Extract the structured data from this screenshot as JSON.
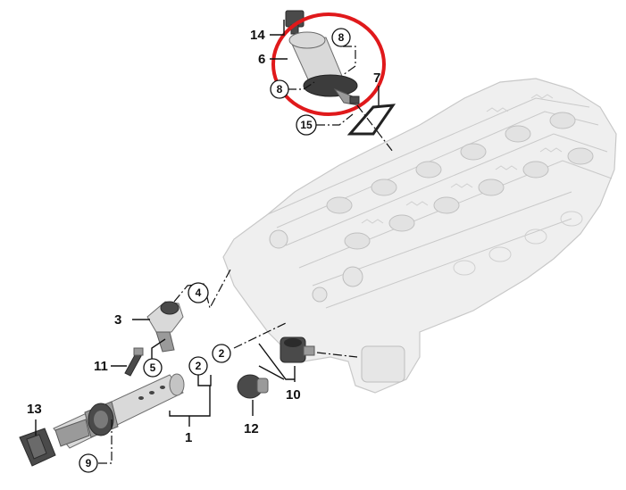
{
  "diagram": {
    "highlight_color": "#e0191b",
    "callouts": [
      {
        "id": "c14",
        "label": "14",
        "style": "plain"
      },
      {
        "id": "c8a",
        "label": "8",
        "style": "circled"
      },
      {
        "id": "c6",
        "label": "6",
        "style": "plain"
      },
      {
        "id": "c7",
        "label": "7",
        "style": "plain"
      },
      {
        "id": "c8b",
        "label": "8",
        "style": "circled"
      },
      {
        "id": "c15",
        "label": "15",
        "style": "circled"
      },
      {
        "id": "c4",
        "label": "4",
        "style": "circled"
      },
      {
        "id": "c3",
        "label": "3",
        "style": "plain"
      },
      {
        "id": "c5",
        "label": "5",
        "style": "circled"
      },
      {
        "id": "c11",
        "label": "11",
        "style": "plain"
      },
      {
        "id": "c2a",
        "label": "2",
        "style": "circled"
      },
      {
        "id": "c2b",
        "label": "2",
        "style": "circled"
      },
      {
        "id": "c10",
        "label": "10",
        "style": "plain"
      },
      {
        "id": "c13",
        "label": "13",
        "style": "plain"
      },
      {
        "id": "c1",
        "label": "1",
        "style": "plain"
      },
      {
        "id": "c12",
        "label": "12",
        "style": "plain"
      },
      {
        "id": "c9",
        "label": "9",
        "style": "circled"
      }
    ]
  }
}
